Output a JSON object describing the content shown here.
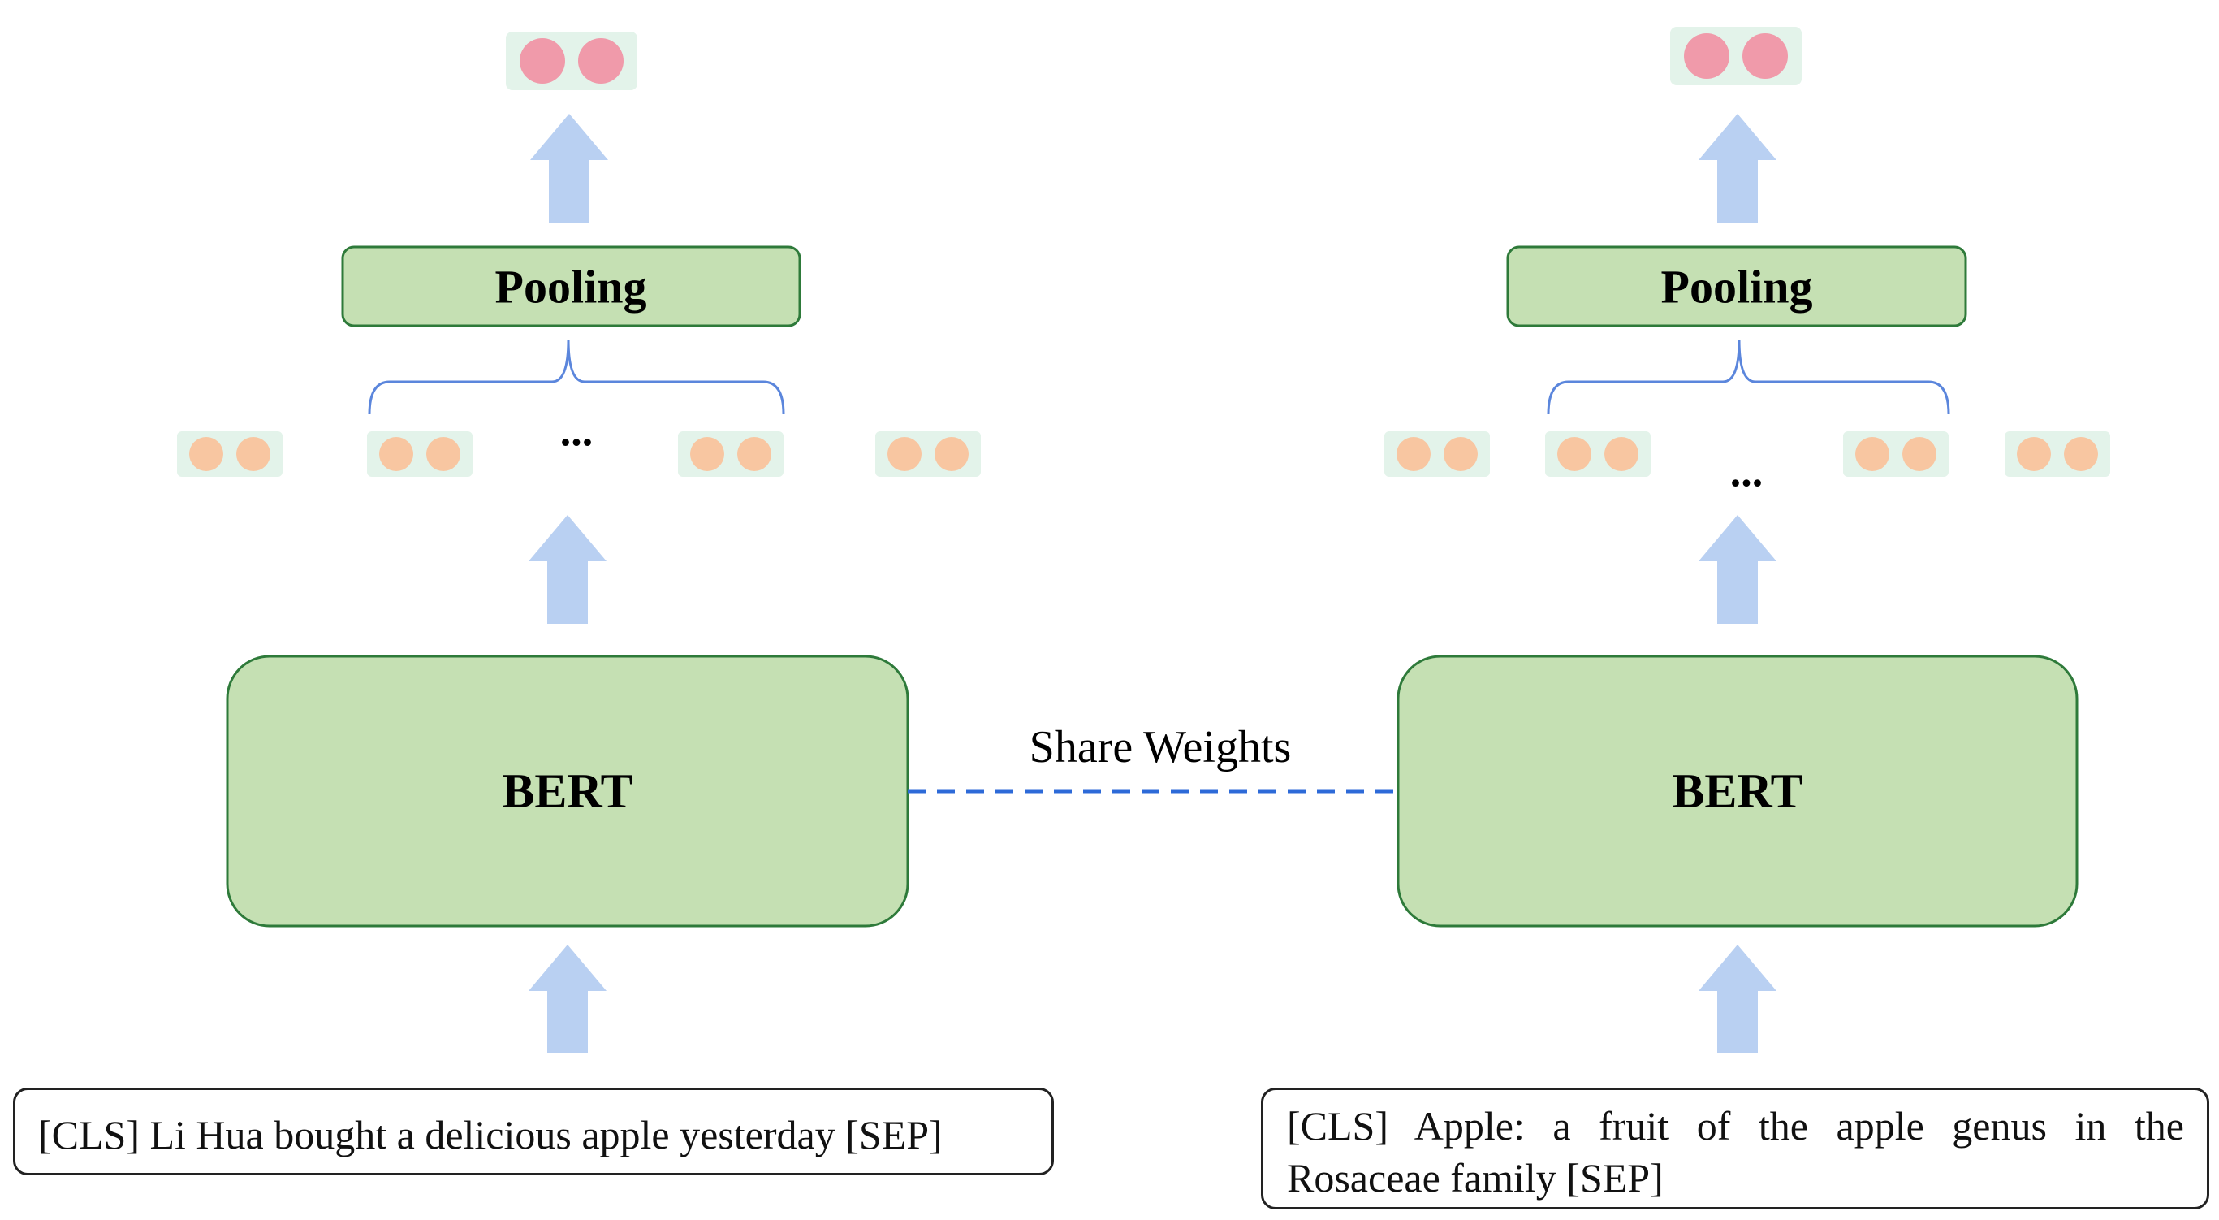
{
  "left_branch": {
    "encoder_label": "BERT",
    "pooling_label": "Pooling",
    "ellipsis": "...",
    "input_text": "[CLS] Li Hua bought a delicious apple yesterday [SEP]"
  },
  "right_branch": {
    "encoder_label": "BERT",
    "pooling_label": "Pooling",
    "ellipsis": "...",
    "input_text": "[CLS] Apple: a fruit of the apple genus in the Rosaceae family [SEP]"
  },
  "shared_link_label": "Share Weights",
  "colors": {
    "box_fill": "#c5e0b3",
    "box_stroke": "#2e7a3a",
    "arrow": "#b9d0f2",
    "token_bg": "#e3f3ea",
    "token_dot": "#f8c6a1",
    "output_dot": "#f09aaa",
    "brace": "#5b86dc",
    "dashed_link": "#2d6ad8"
  }
}
